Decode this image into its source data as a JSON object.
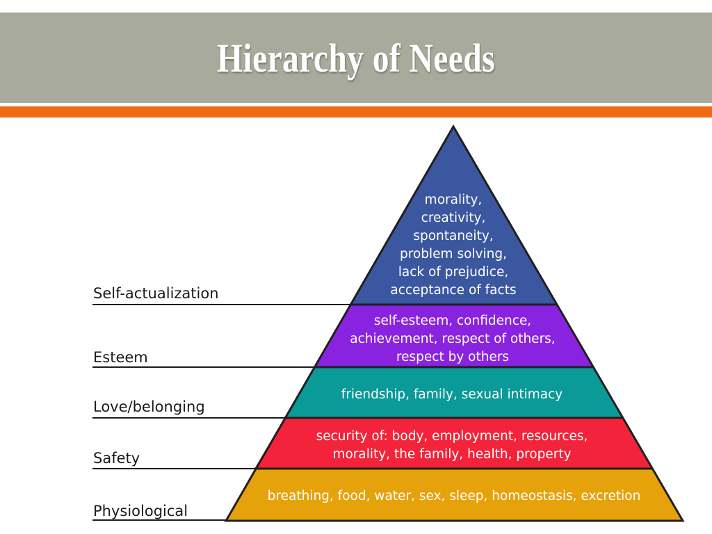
{
  "slide": {
    "title": "Hierarchy of Needs"
  },
  "colors": {
    "title_bar": "#a8ab9b",
    "accent_bar": "#ef6a12",
    "self_actualization": "#3a57a0",
    "esteem": "#8a23e0",
    "love_belonging": "#0a9a98",
    "safety": "#f2233a",
    "physiological": "#e6a20a"
  },
  "pyramid": {
    "levels": [
      {
        "name": "Self-actualization",
        "lines": [
          "morality,",
          "creativity,",
          "spontaneity,",
          "problem solving,",
          "lack of prejudice,",
          "acceptance of facts"
        ]
      },
      {
        "name": "Esteem",
        "lines": [
          "self-esteem, confidence,",
          "achievement, respect of others,",
          "respect by others"
        ]
      },
      {
        "name": "Love/belonging",
        "lines": [
          "friendship, family, sexual intimacy"
        ]
      },
      {
        "name": "Safety",
        "lines": [
          "security of: body, employment, resources,",
          "morality, the family, health, property"
        ]
      },
      {
        "name": "Physiological",
        "lines": [
          "breathing, food, water, sex, sleep, homeostasis, excretion"
        ]
      }
    ]
  }
}
